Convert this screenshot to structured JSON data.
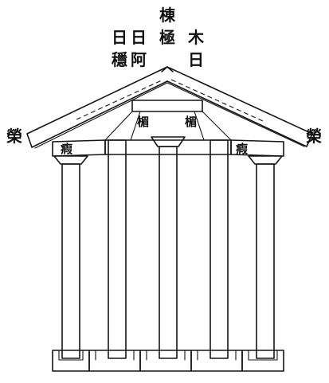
{
  "labels": {
    "ridge_top": "棟",
    "ridge_bottom": "極",
    "left_col1_top": "日",
    "left_col2_top": "日",
    "left_col1_bottom": "穩",
    "left_col2_bottom": "阿",
    "right_top": "木",
    "right_bottom": "日",
    "left_eave": "榮",
    "right_eave": "榮",
    "left_beam": "瘕",
    "right_beam": "瘕",
    "left_brace": "楣",
    "right_brace": "楣"
  }
}
